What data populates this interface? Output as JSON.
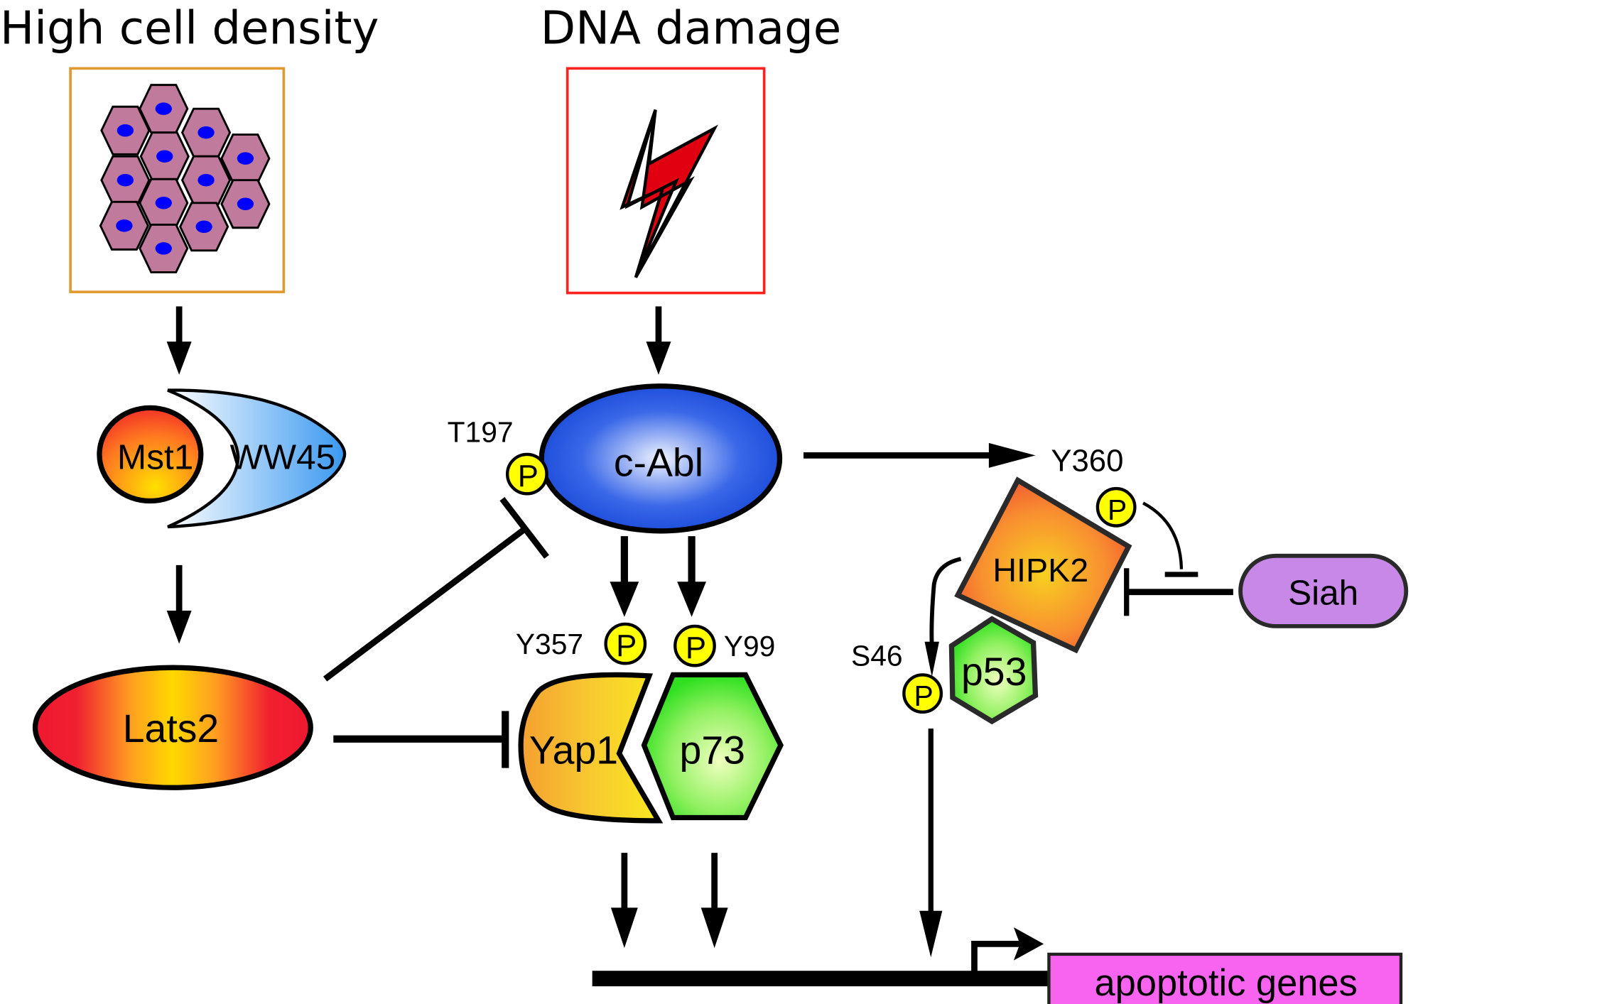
{
  "titles": {
    "left": "High cell density",
    "center": "DNA damage"
  },
  "nodes": {
    "mst1": "Mst1",
    "ww45": "WW45",
    "lats2": "Lats2",
    "cabl": "c-Abl",
    "yap1": "Yap1",
    "p73": "p73",
    "hipk2": "HIPK2",
    "p53": "p53",
    "siah": "Siah",
    "genes": "apoptotic genes"
  },
  "phospho": {
    "symbol": "P",
    "t197": "T197",
    "y357": "Y357",
    "y99": "Y99",
    "y360": "Y360",
    "s46": "S46"
  },
  "colors": {
    "cell_fill": "#c07a9c",
    "nucleus": "#0000ff",
    "cell_box": "#e09a30",
    "damage_box": "#ff2020",
    "bolt": "#e00010",
    "phospho_fill": "#ffff00",
    "siah_fill": "#c888e8",
    "genes_fill": "#f864f0"
  }
}
